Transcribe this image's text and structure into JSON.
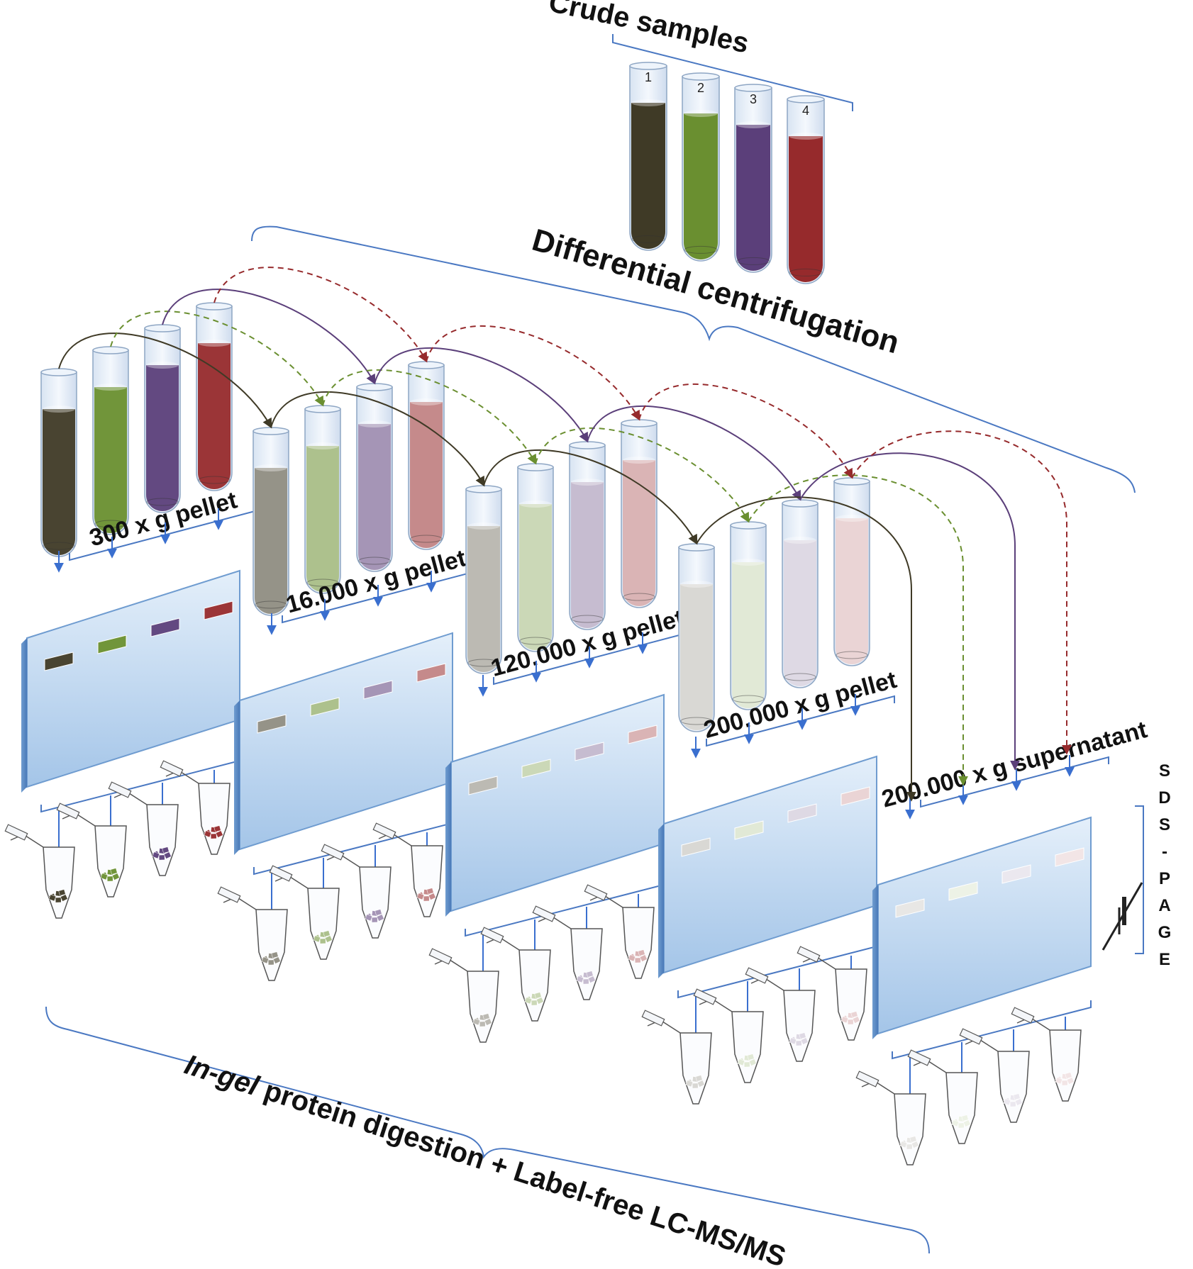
{
  "title": "Crude samples",
  "samples": {
    "labels": [
      "1",
      "2",
      "3",
      "4"
    ],
    "colors": [
      "#3f3a26",
      "#6a8f30",
      "#5b3f7a",
      "#962a2c"
    ]
  },
  "centrifugation_label": "Differential centrifugation",
  "fractions": [
    {
      "label": "300 x g pellet",
      "opacity": 0.95
    },
    {
      "label": "16.000 x g pellet",
      "opacity": 0.55
    },
    {
      "label": "120.000 x g pellet",
      "opacity": 0.35
    },
    {
      "label": "200.000 x g pellet",
      "opacity": 0.2
    },
    {
      "label": "200.000 x g supernatant",
      "opacity": 0.12
    }
  ],
  "gel_method_label": "SDS-PAGE",
  "gel_method_letters": [
    "S",
    "D",
    "S",
    "-",
    "P",
    "A",
    "G",
    "E"
  ],
  "digestion_label": "In-gel protein digestion + Label-free LC-MS/MS",
  "digestion_italic": "In-gel",
  "digestion_rest": " protein digestion + Label-free LC-MS/MS",
  "colors": {
    "arrow_blue": "#3a6fcf",
    "bracket_blue": "#4a78c2",
    "gel_top": "#e4effa",
    "gel_bottom": "#a4c5e8",
    "tube_glass": "#e6eef8"
  }
}
